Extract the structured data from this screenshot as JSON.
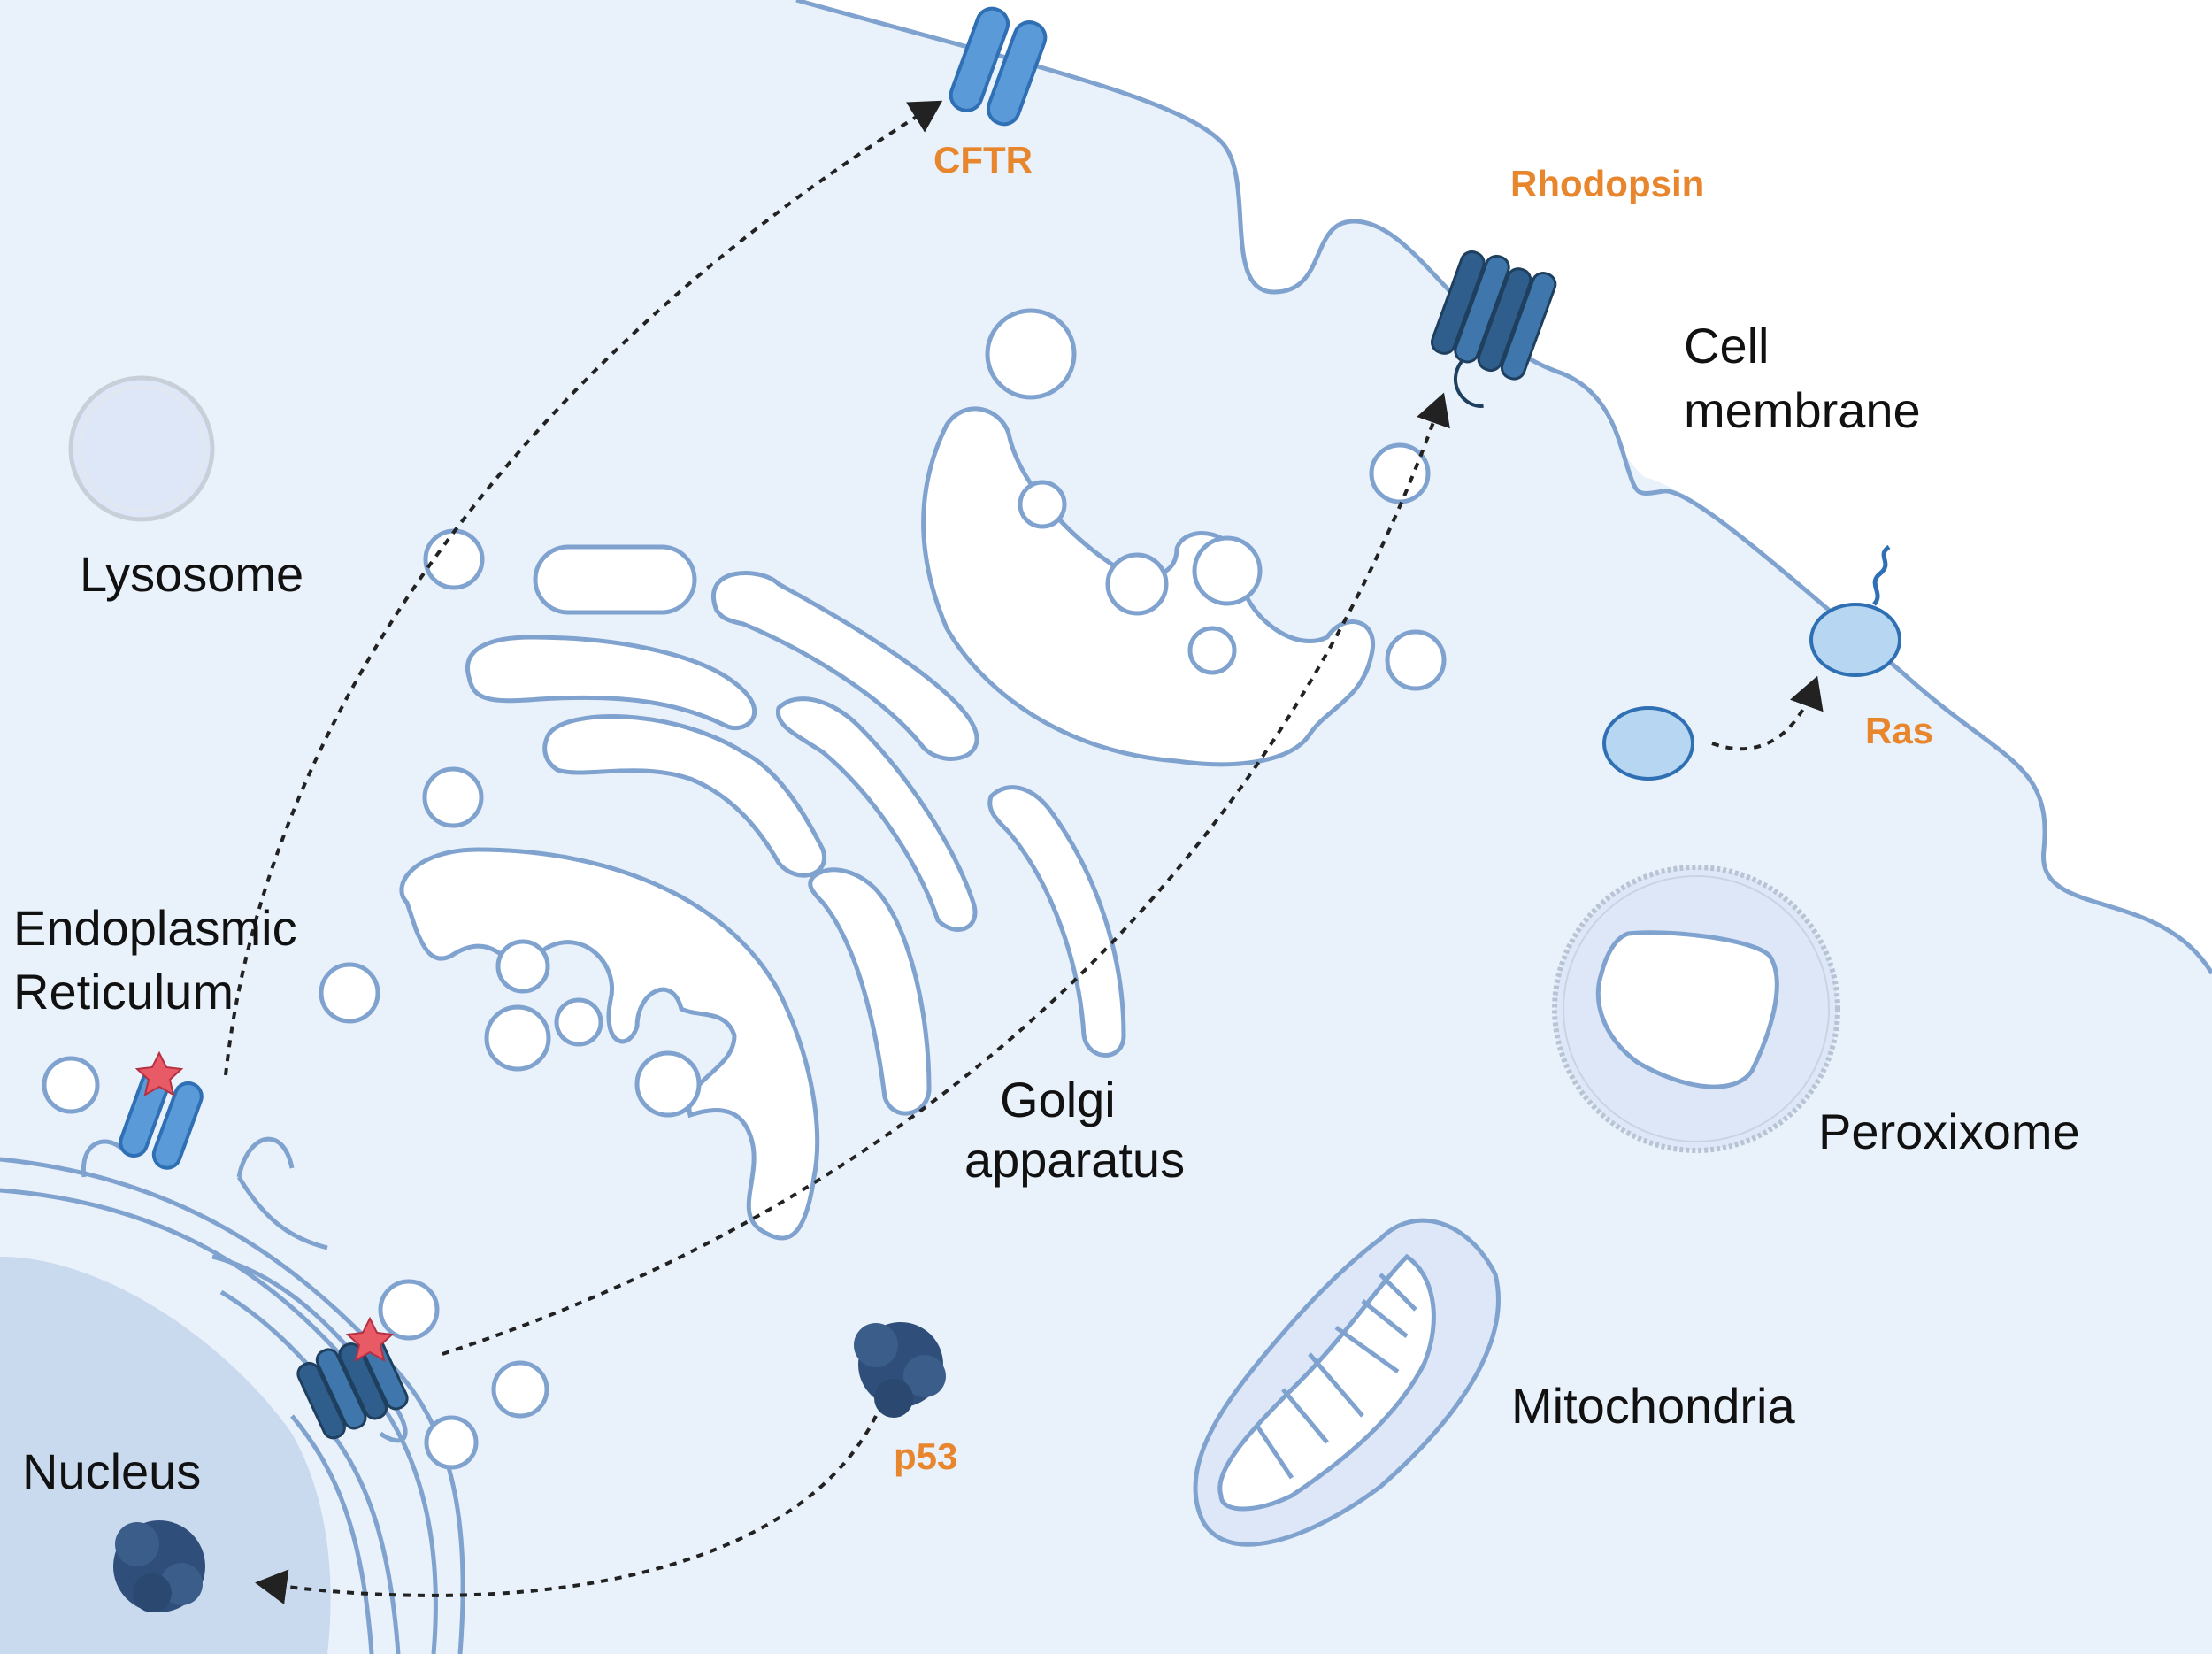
{
  "colors": {
    "cytoplasm": "#e9f1fb",
    "membrane": "#7fa2cf",
    "organelle_fill": "#ffffff",
    "nucleus": "#c9d9ee",
    "protein_label": "#e8862e",
    "label": "#111111",
    "vesicle_blue": "#b7d6f2",
    "transporter": "#5b9ad9",
    "protein_dark": "#2f5e8c",
    "star": "#e85a66"
  },
  "labels": {
    "lysosome": "Lysosome",
    "er_line1": "Endoplasmic",
    "er_line2": "Reticulum",
    "golgi_line1": "Golgi",
    "golgi_line2": "apparatus",
    "cell_membrane_line1": "Cell",
    "cell_membrane_line2": "membrane",
    "peroxisome": "Peroxixome",
    "mitochondria": "Mitochondria",
    "nucleus": "Nucleus"
  },
  "proteins": {
    "cftr": "CFTR",
    "rhodopsin": "Rhodopsin",
    "ras": "Ras",
    "p53": "p53"
  },
  "icons": [
    "cftr-channel-icon",
    "rhodopsin-receptor-icon",
    "ras-vesicle-icon",
    "p53-protein-icon",
    "misfolding-star-icon"
  ]
}
